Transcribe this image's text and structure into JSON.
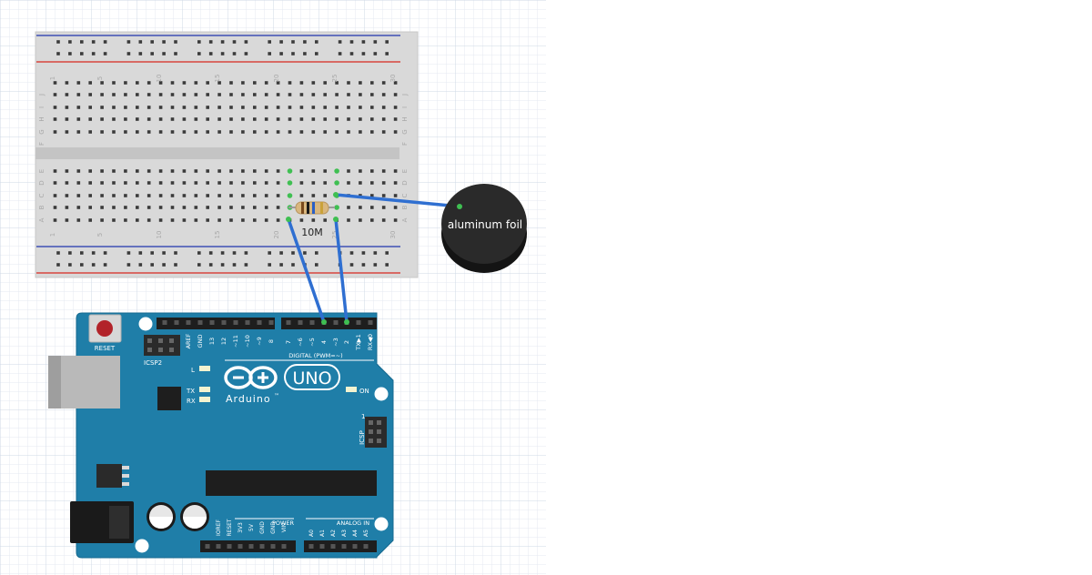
{
  "breadboard": {
    "row_letters_top": [
      "J",
      "I",
      "H",
      "G",
      "F"
    ],
    "row_letters_bottom": [
      "E",
      "D",
      "C",
      "B",
      "A"
    ],
    "column_numbers": [
      "1",
      "5",
      "10",
      "15",
      "20",
      "25",
      "30"
    ]
  },
  "resistor": {
    "label": "10M"
  },
  "foil": {
    "label": "aluminum foil"
  },
  "arduino": {
    "logo_text": "UNO",
    "brand": "Arduino",
    "trademark": "™",
    "reset_label": "RESET",
    "icsp2_label": "ICSP2",
    "icsp_label": "ICSP",
    "icsp_pin1": "1",
    "led_l": "L",
    "led_tx": "TX",
    "led_rx": "RX",
    "on_label": "ON",
    "digital_label": "DIGITAL (PWM=~)",
    "power_label": "POWER",
    "analog_label": "ANALOG IN",
    "digital_pins_left": [
      "AREF",
      "GND",
      "13",
      "12",
      "~11",
      "~10",
      "~9",
      "8"
    ],
    "digital_pins_right": [
      "7",
      "~6",
      "~5",
      "4",
      "~3",
      "2",
      "TX▶1",
      "RX◀0"
    ],
    "power_pins": [
      "IOREF",
      "RESET",
      "3V3",
      "5V",
      "GND",
      "GND",
      "VIN"
    ],
    "analog_pins": [
      "A0",
      "A1",
      "A2",
      "A3",
      "A4",
      "A5"
    ]
  },
  "colors": {
    "board": "#1f7ea8",
    "wire": "#2f6fd1",
    "breadboard": "#dcdcdc",
    "rail_red": "#d8453d",
    "rail_blue": "#3f51b5",
    "grid": "#dde4ee",
    "highlight_hole": "#3fbf52"
  }
}
